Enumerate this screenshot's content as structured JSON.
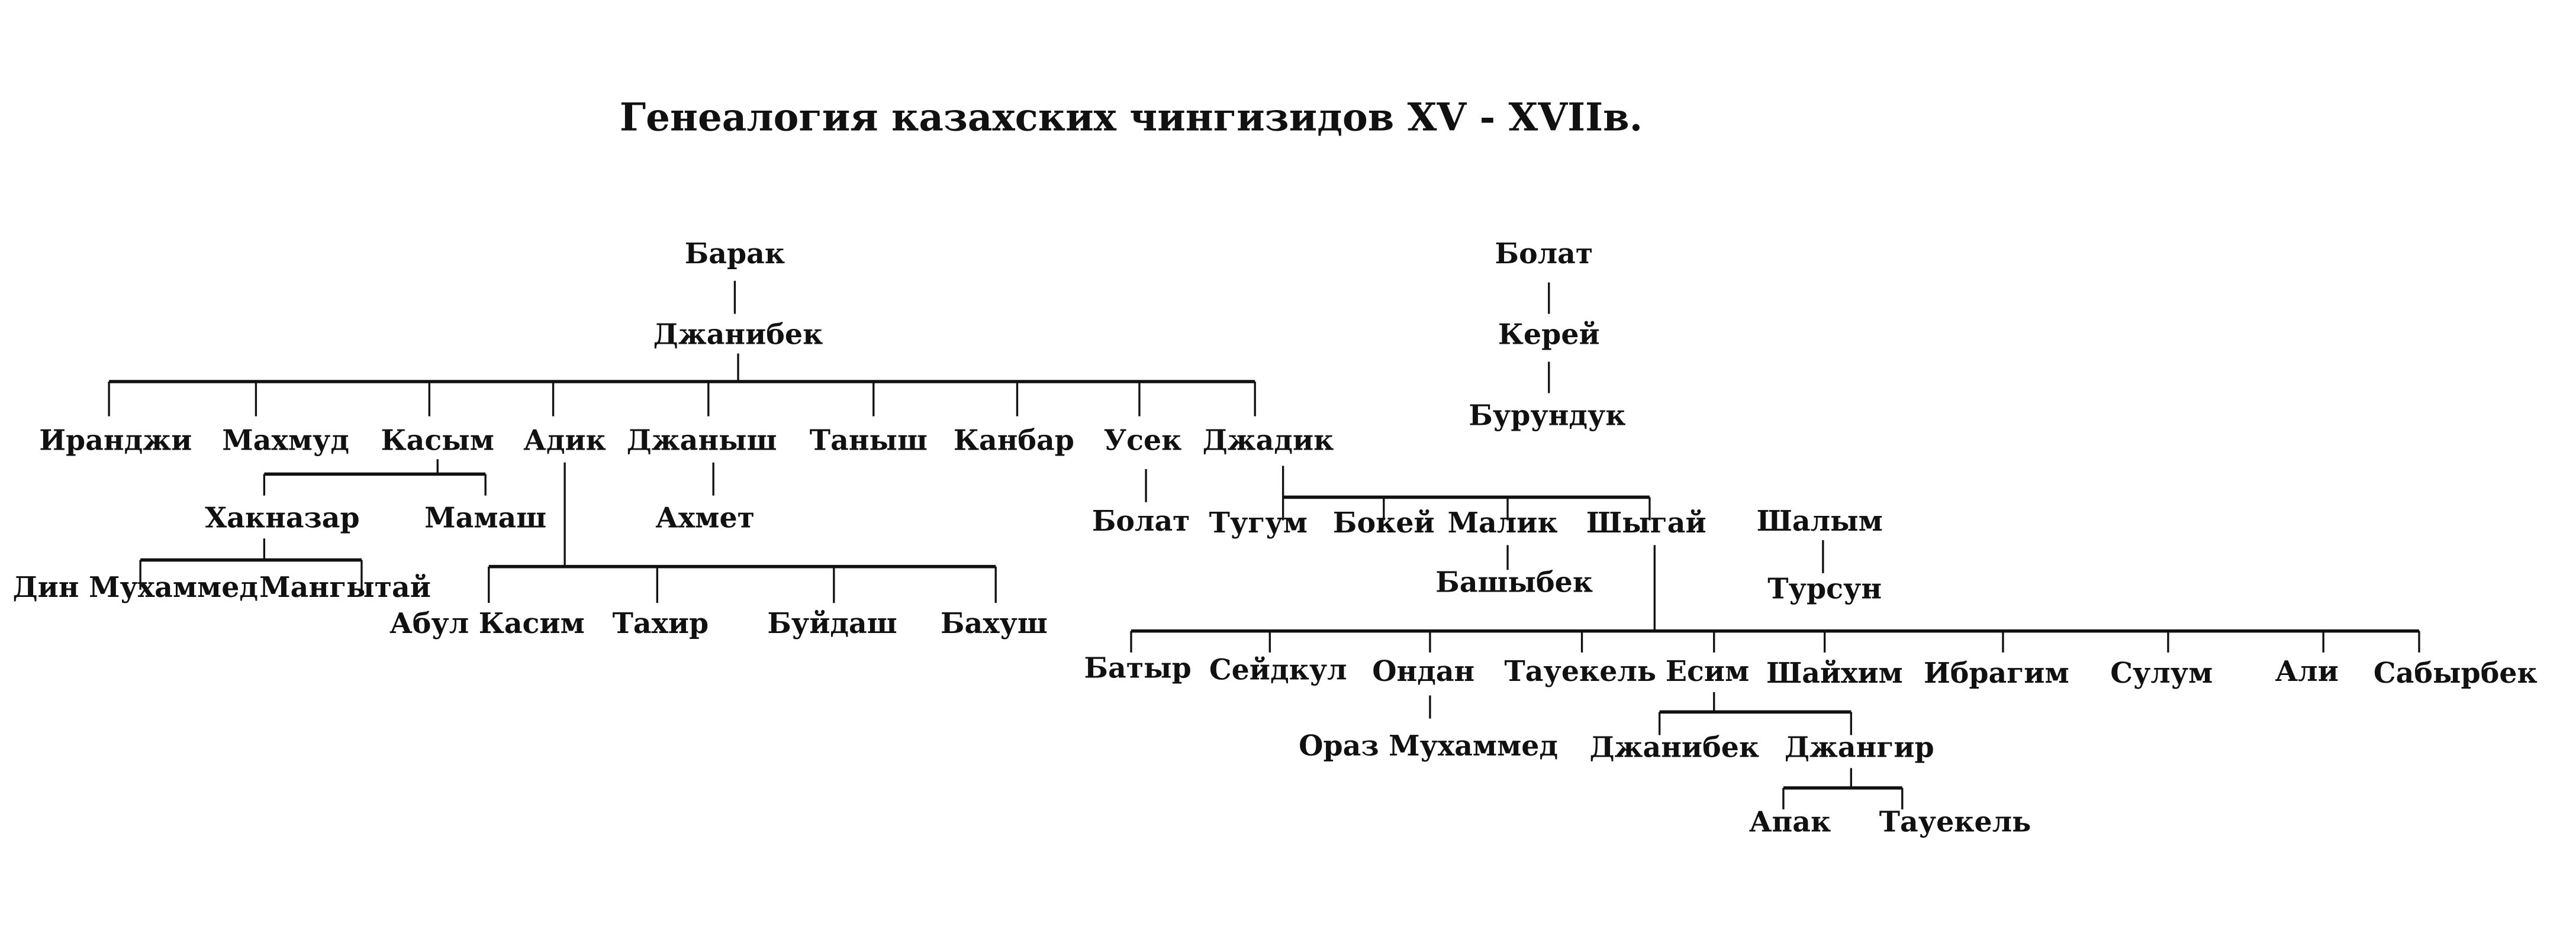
{
  "title": "Генеалогия казахских чингизидов XV - XVIIв.",
  "colors": {
    "ink": "#111111",
    "background": "#ffffff"
  },
  "nodes": {
    "barak": "Барак",
    "janibek": "Джанибек",
    "iranji": "Иранджи",
    "mahmud": "Махмуд",
    "kasym": "Касым",
    "adik": "Адик",
    "janysh": "Джаныш",
    "tanysh": "Таныш",
    "kanbar": "Канбар",
    "usek": "Усек",
    "jadik": "Джадик",
    "haknazar": "Хакназар",
    "mamash": "Мамаш",
    "din_muhammed": "Дин Мухаммед",
    "mangytai": "Мангытай",
    "abul_kasim": "Абул Касим",
    "tahir": "Тахир",
    "buidash": "Буйдаш",
    "bahush": "Бахуш",
    "ahmet": "Ахмет",
    "bolat_usek": "Болат",
    "tugum": "Тугум",
    "bokei": "Бокей",
    "malik": "Малик",
    "shygai": "Шыгай",
    "bashybek": "Башыбек",
    "batyr": "Батыр",
    "seidkul": "Сейдкул",
    "ondan": "Ондан",
    "tauekel": "Тауекель",
    "esim": "Есим",
    "shaihim": "Шайхим",
    "ibragim": "Ибрагим",
    "sulum": "Сулум",
    "ali": "Али",
    "sabyrbek": "Сабырбек",
    "oraz_muhammed": "Ораз Мухаммед",
    "janibek_esim": "Джанибек",
    "jangir": "Джангир",
    "apak": "Апак",
    "tauekel_jangir": "Тауекель",
    "bolat_root": "Болат",
    "kerei": "Керей",
    "burunduk": "Бурундук",
    "shalym": "Шалым",
    "tursun": "Турсун"
  }
}
